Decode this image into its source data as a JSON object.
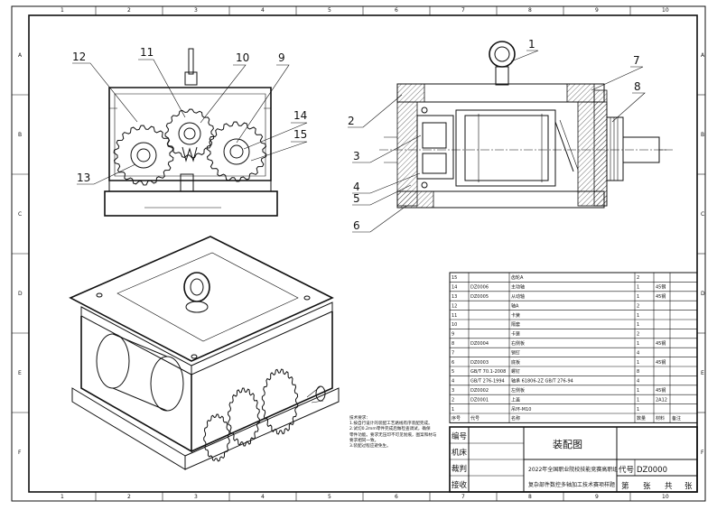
{
  "border": {
    "columns": [
      "1",
      "2",
      "3",
      "4",
      "5",
      "6",
      "7",
      "8",
      "9",
      "10"
    ],
    "rows": [
      "A",
      "B",
      "C",
      "D",
      "E",
      "F"
    ]
  },
  "balloons_front": [
    "12",
    "11",
    "10",
    "9",
    "14",
    "15",
    "13"
  ],
  "balloons_side": [
    "1",
    "2",
    "3",
    "4",
    "5",
    "6",
    "7",
    "8"
  ],
  "notes": {
    "title": "技术要求：",
    "lines": [
      "1.按自行设计的装配工艺路线有序装配完成。",
      "2.试切0.2mm零件完成后做检查调试，确保",
      "零件功能。要求无压印不可见划痕，图案和材与",
      "要求相同一致。",
      "3.装配过程应避免生。"
    ]
  },
  "bom": {
    "rows": [
      {
        "no": "15",
        "code": "",
        "name": "齿轮A",
        "qty": "2",
        "material": "",
        "note": ""
      },
      {
        "no": "14",
        "code": "DZ0006",
        "name": "主动轴",
        "qty": "1",
        "material": "45钢",
        "note": ""
      },
      {
        "no": "13",
        "code": "DZ0005",
        "name": "从动轴",
        "qty": "1",
        "material": "45钢",
        "note": ""
      },
      {
        "no": "12",
        "code": "",
        "name": "轴A",
        "qty": "2",
        "material": "",
        "note": ""
      },
      {
        "no": "11",
        "code": "",
        "name": "卡簧",
        "qty": "1",
        "material": "",
        "note": ""
      },
      {
        "no": "10",
        "code": "",
        "name": "隔套",
        "qty": "1",
        "material": "",
        "note": ""
      },
      {
        "no": "9",
        "code": "",
        "name": "卡簧",
        "qty": "2",
        "material": "",
        "note": ""
      },
      {
        "no": "8",
        "code": "DZ0004",
        "name": "右侧板",
        "qty": "1",
        "material": "45钢",
        "note": ""
      },
      {
        "no": "7",
        "code": "",
        "name": "销钉",
        "qty": "4",
        "material": "",
        "note": ""
      },
      {
        "no": "6",
        "code": "DZ0003",
        "name": "底板",
        "qty": "1",
        "material": "45钢",
        "note": ""
      },
      {
        "no": "5",
        "code": "GB/T 70.1-2008",
        "name": "螺钉",
        "qty": "8",
        "material": "",
        "note": ""
      },
      {
        "no": "4",
        "code": "GB/T 276-1994",
        "name": "轴承 61806-2Z GB/T 276-94",
        "qty": "4",
        "material": "",
        "note": ""
      },
      {
        "no": "3",
        "code": "DZ0002",
        "name": "左侧板",
        "qty": "1",
        "material": "45钢",
        "note": ""
      },
      {
        "no": "2",
        "code": "DZ0001",
        "name": "上盖",
        "qty": "1",
        "material": "2A12",
        "note": ""
      },
      {
        "no": "1",
        "code": "",
        "name": "吊环-M10",
        "qty": "1",
        "material": "",
        "note": ""
      }
    ],
    "header": {
      "no": "序号",
      "code": "代号",
      "name": "名称",
      "qty": "数量",
      "material": "材料",
      "note": "备注"
    }
  },
  "title_block": {
    "labels": [
      "编号",
      "机床",
      "裁判",
      "接收"
    ],
    "drawing_title": "装配图",
    "competition": "2022年全国职业院校技能竞赛高职组",
    "task": "复杂部件数控多轴加工技术赛项样题",
    "code_label": "代号",
    "code": "DZ0000",
    "sheet_words": [
      "第",
      "张",
      "共",
      "张"
    ]
  }
}
